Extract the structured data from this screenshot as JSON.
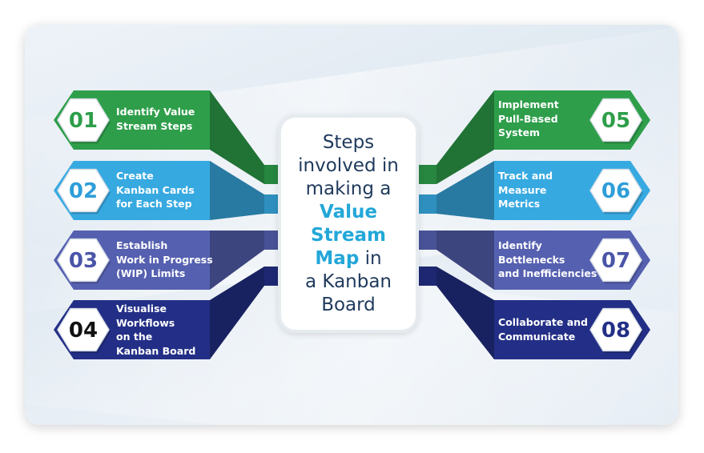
{
  "title": {
    "line1": "Steps",
    "line2": "involved in",
    "line3": "making a",
    "highlight1": "Value",
    "highlight2": "Stream",
    "highlight3": "Map",
    "line7": "in",
    "line8": "a Kanban",
    "line9": "Board"
  },
  "steps": [
    {
      "number": "01",
      "label": "Identify Value\nStream Steps",
      "color": "#2e9e4a"
    },
    {
      "number": "02",
      "label": "Create\nKanban Cards\nfor Each Step",
      "color": "#37a9e1"
    },
    {
      "number": "03",
      "label": "Establish\nWork in Progress\n(WIP) Limits",
      "color": "#5560b0"
    },
    {
      "number": "04",
      "label": "Visualise\nWorkflows\non the\nKanban Board",
      "color": "#232f86"
    },
    {
      "number": "05",
      "label": "Implement\nPull-Based\nSystem",
      "color": "#2e9e4a"
    },
    {
      "number": "06",
      "label": "Track and\nMeasure\nMetrics",
      "color": "#37a9e1"
    },
    {
      "number": "07",
      "label": "Identify\nBottlenecks\nand Inefficiencies",
      "color": "#5560b0"
    },
    {
      "number": "08",
      "label": "Collaborate and\nCommunicate",
      "color": "#232f86"
    }
  ],
  "number_colors": [
    "#2e9e4a",
    "#2e9ed8",
    "#4a55a8",
    "#111111",
    "#2e9e4a",
    "#2e9ed8",
    "#4a55a8",
    "#232f86"
  ]
}
